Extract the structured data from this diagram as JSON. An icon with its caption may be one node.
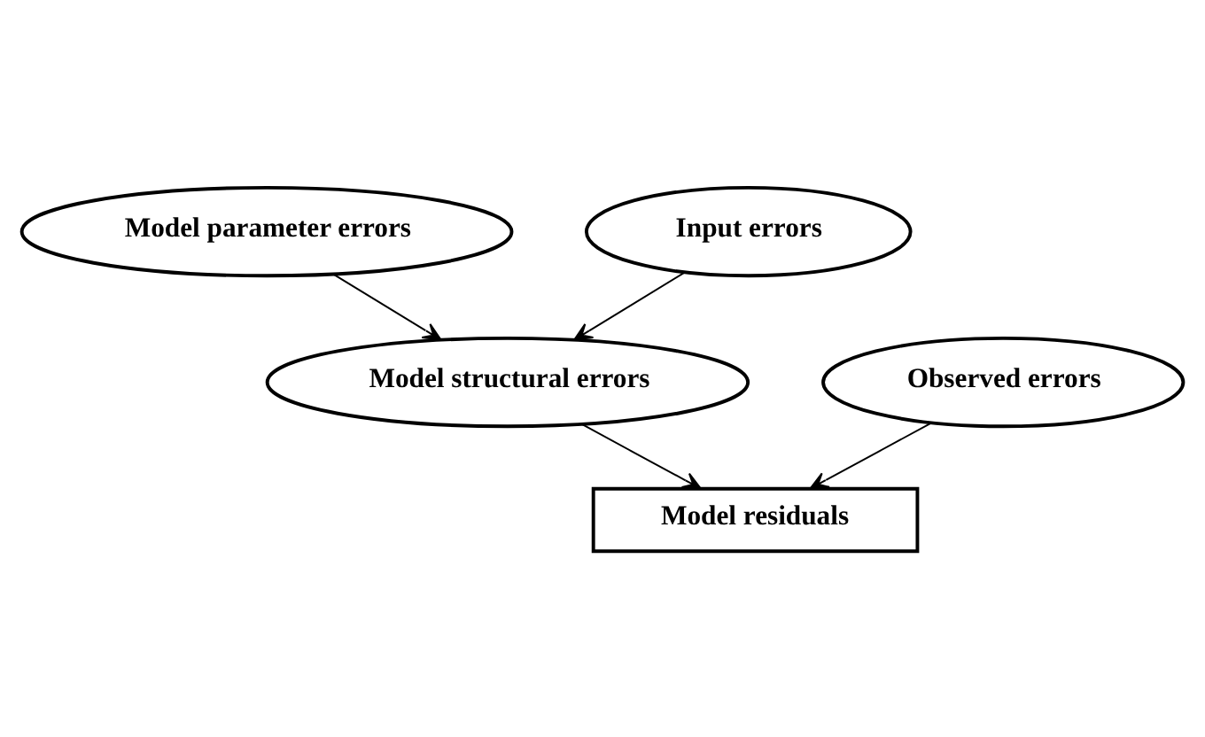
{
  "diagram": {
    "nodes": [
      {
        "text": [
          "Model parameter errors"
        ]
      },
      {
        "text": [
          "Input errors"
        ]
      },
      {
        "text": [
          "Model structural errors"
        ]
      },
      {
        "text": [
          "Observed errors"
        ]
      },
      {
        "text": [
          "Model residuals"
        ]
      }
    ],
    "edges": [
      {
        "from": 0,
        "to": 2,
        "arrow": "to"
      },
      {
        "from": 1,
        "to": 2,
        "arrow": "to"
      },
      {
        "from": 2,
        "to": 4,
        "arrow": "to"
      },
      {
        "from": 3,
        "to": 4,
        "arrow": "to"
      }
    ]
  }
}
